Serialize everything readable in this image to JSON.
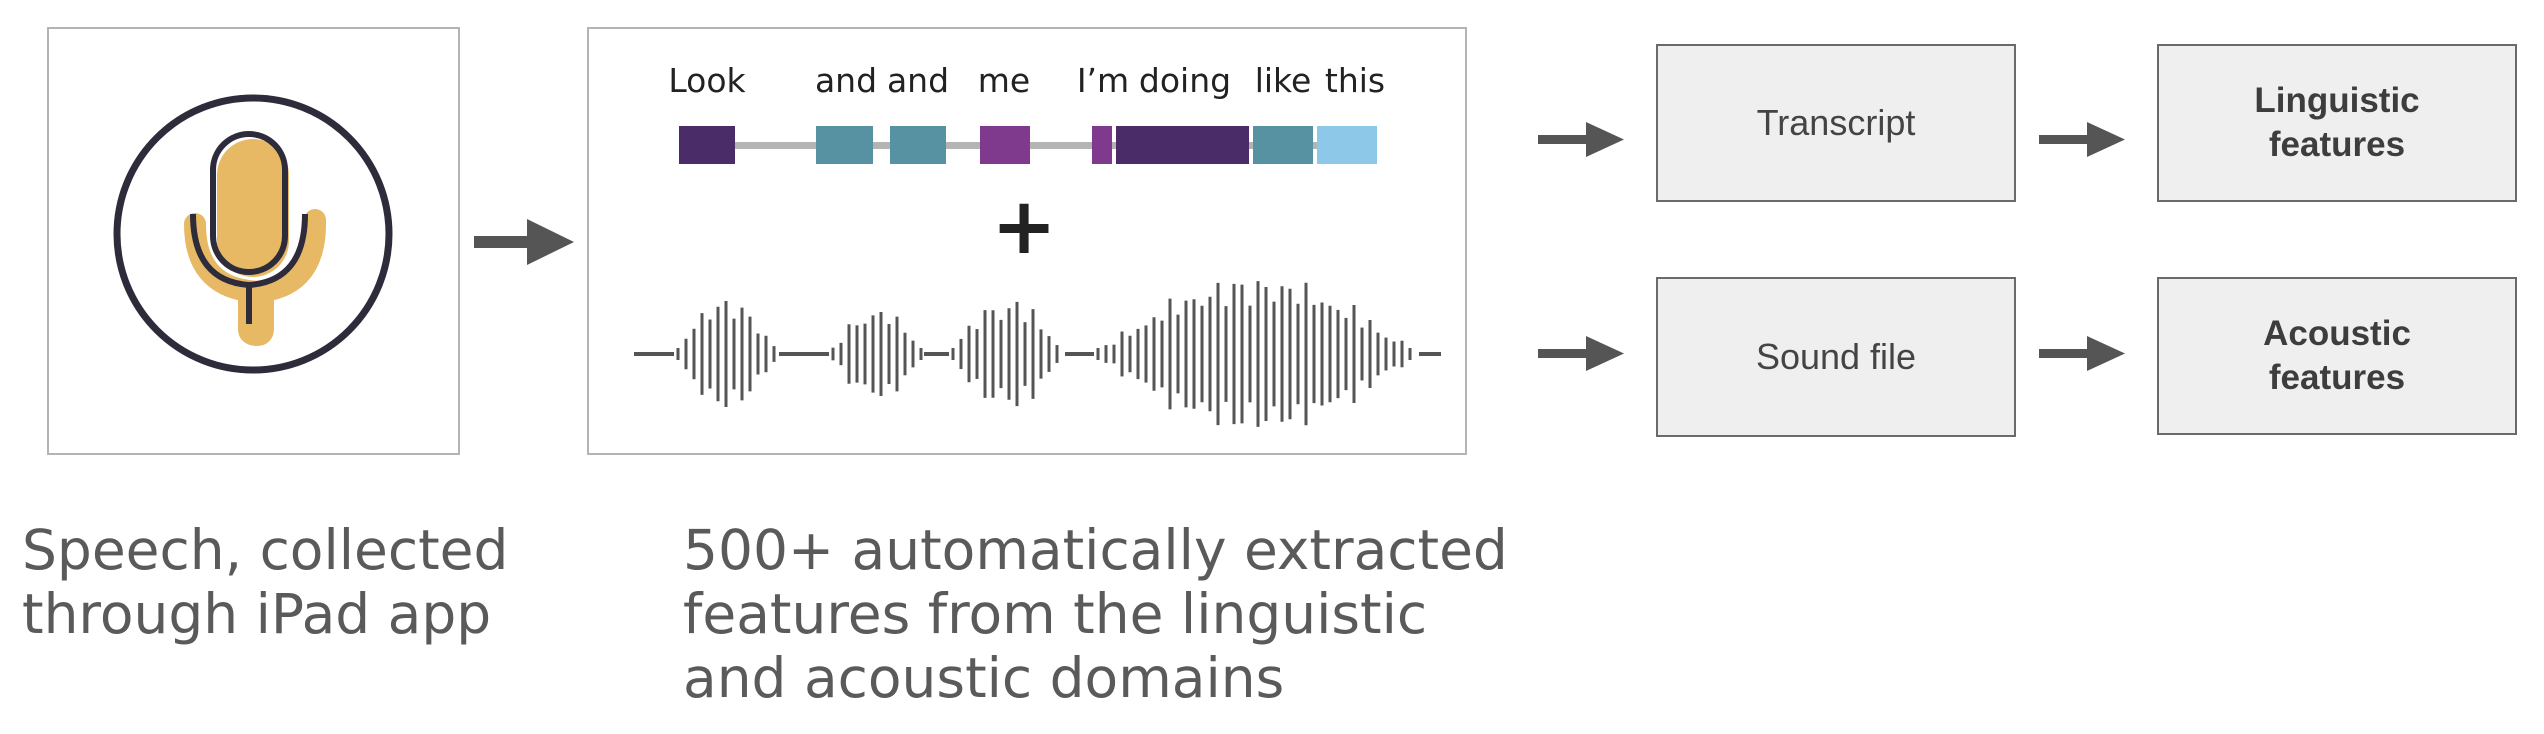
{
  "panel1": {
    "icon": "microphone-icon",
    "caption_line1": "Speech, collected",
    "caption_line2": "through iPad app"
  },
  "panel2": {
    "words": [
      "Look",
      "and",
      "and",
      "me",
      "I’m",
      "doing",
      "like",
      "this"
    ],
    "plus_symbol": "+",
    "caption_line1": "500+ automatically extracted",
    "caption_line2": "features from the linguistic",
    "caption_line3": "and acoustic domains"
  },
  "pipeline": {
    "transcript_label": "Transcript",
    "sound_file_label": "Sound file",
    "linguistic_line1": "Linguistic",
    "linguistic_line2": "features",
    "acoustic_line1": "Acoustic",
    "acoustic_line2": "features"
  },
  "colors": {
    "dark_purple": "#4a2c68",
    "purple": "#7f3a8e",
    "teal": "#5792a3",
    "light_blue": "#8dc8e8",
    "mic_fill": "#e7b964",
    "outline": "#2e2b3b",
    "arrow": "#555555"
  }
}
